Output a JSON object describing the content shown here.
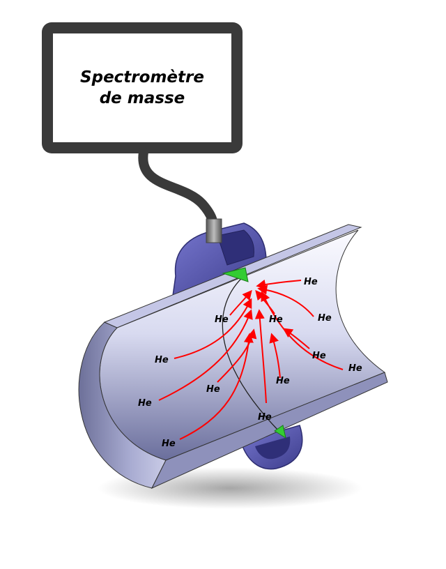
{
  "instrument": {
    "line1": "Spectromètre",
    "line2": "de masse"
  },
  "gas_label": "He",
  "colors": {
    "arrow": "#ff0000",
    "cable": "#3a3a3a",
    "clamp": "#5a5ab8",
    "seal": "#33cc33",
    "pipe_inner_light": "#f2f2fb",
    "pipe_inner_dark": "#5f6392"
  }
}
